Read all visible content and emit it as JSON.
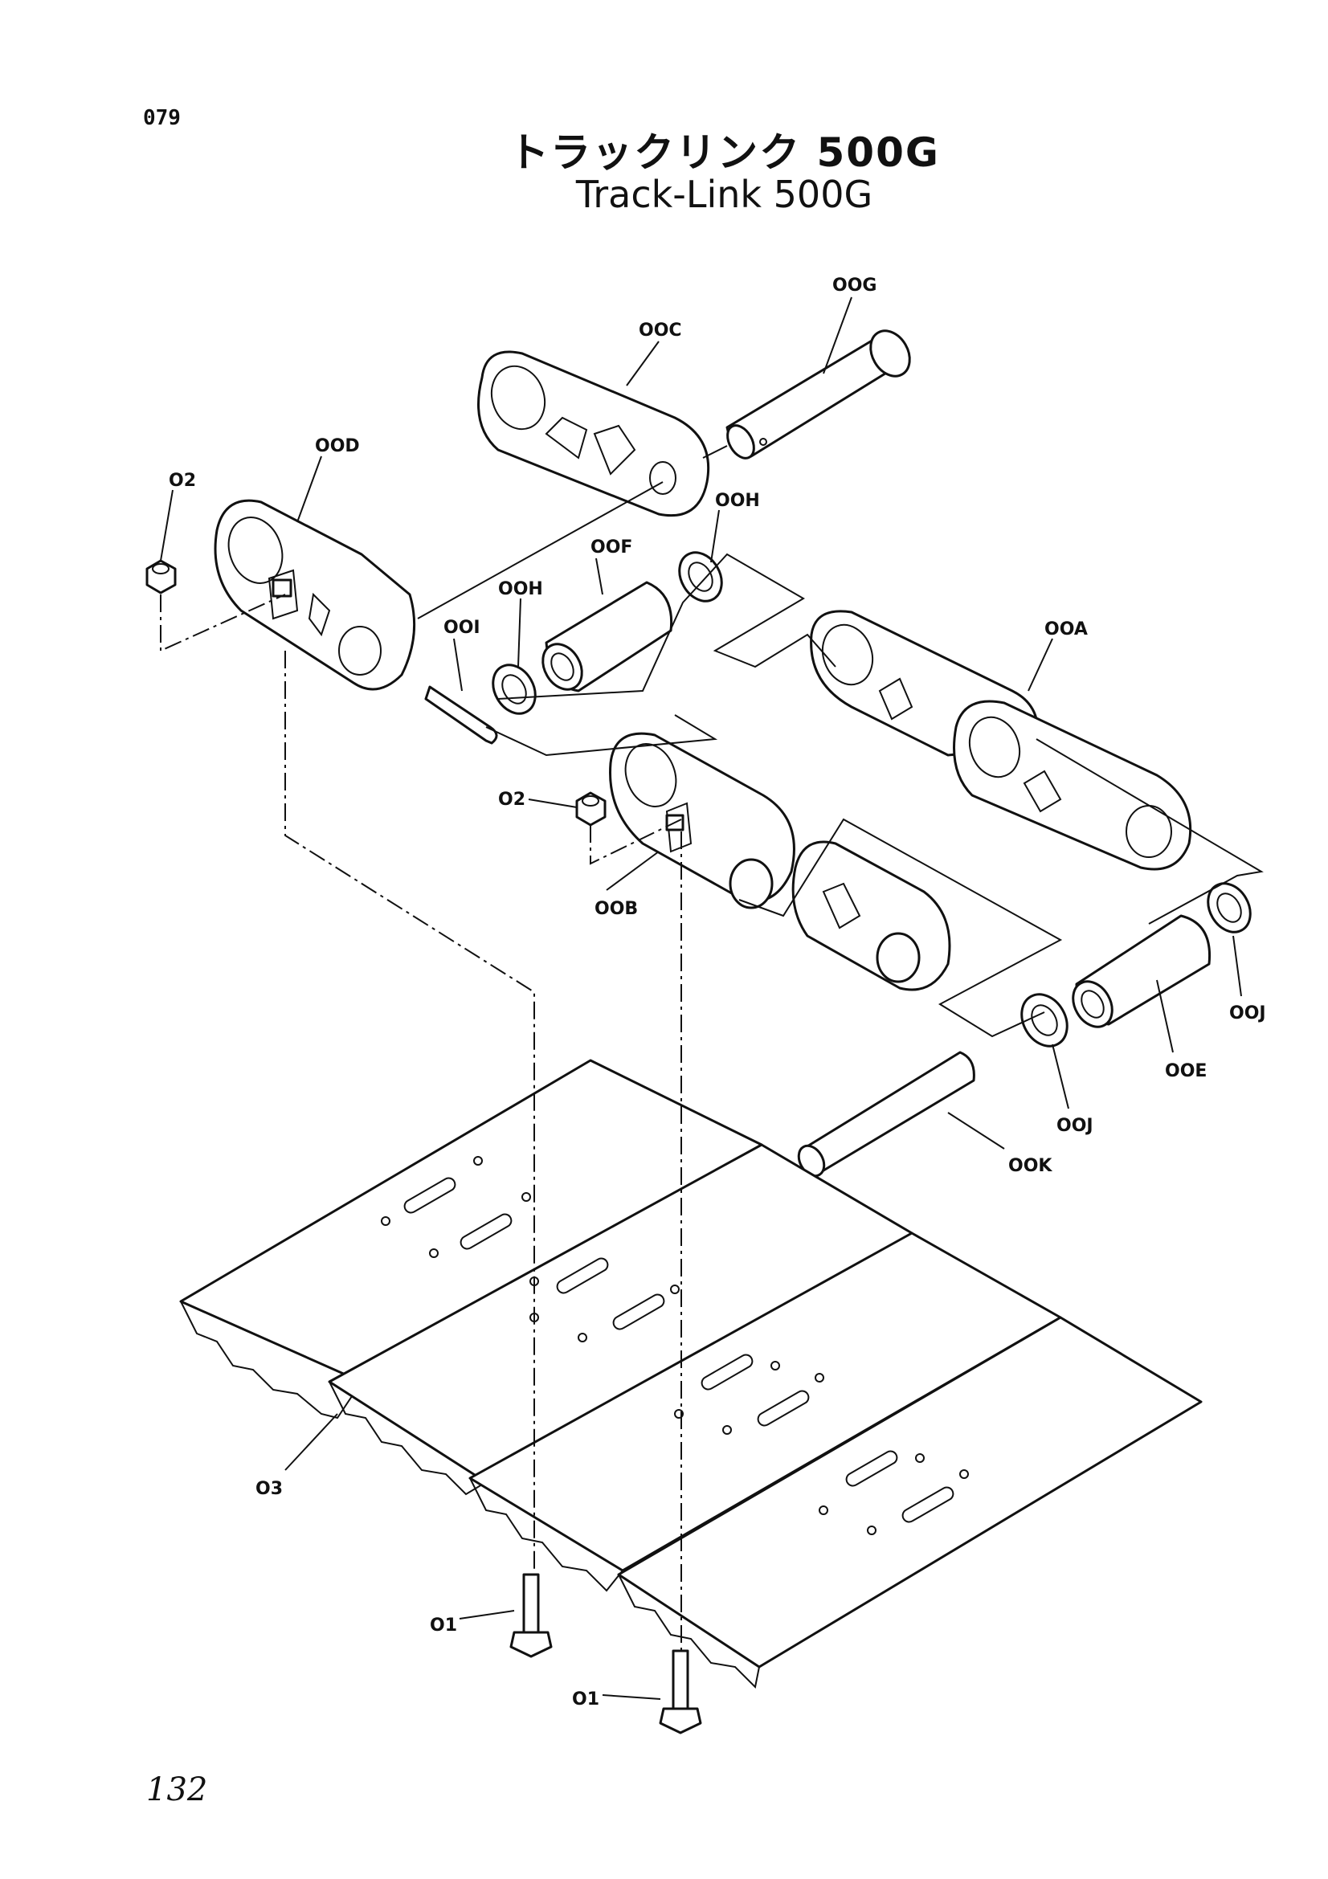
{
  "header": {
    "page_code": "079",
    "title_jp": "トラックリンク 500G",
    "title_en": "Track-Link 500G"
  },
  "footer": {
    "page_number": "132"
  },
  "callouts": {
    "oog": "OOG",
    "ooc": "OOC",
    "ood": "OOD",
    "o2_top": "O2",
    "ooh_right": "OOH",
    "oof": "OOF",
    "ooh_left": "OOH",
    "ooi": "OOI",
    "ooa": "OOA",
    "o2_mid": "O2",
    "oob": "OOB",
    "ooj_right": "OOJ",
    "ooe": "OOE",
    "ooj_left": "OOJ",
    "ook": "OOK",
    "o3": "O3",
    "o1_left": "O1",
    "o1_right": "O1"
  }
}
